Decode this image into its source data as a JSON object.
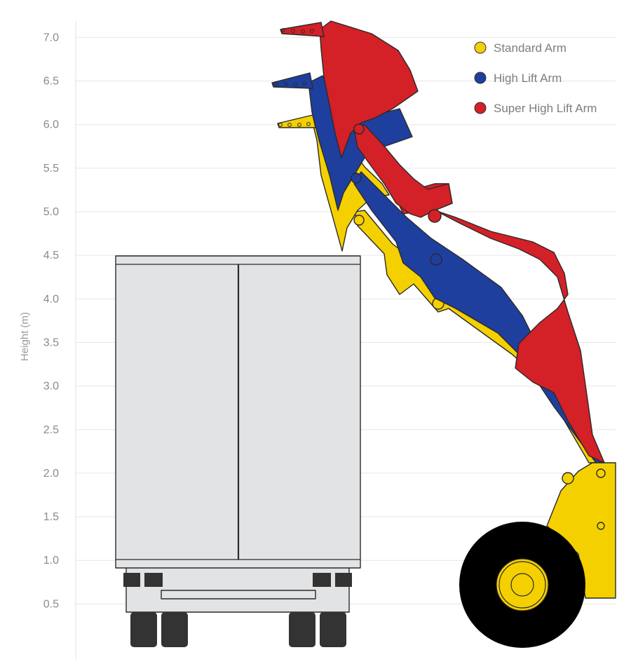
{
  "axis": {
    "title": "Height (m)",
    "unit": "m",
    "ylim": [
      0,
      7
    ],
    "ticks": [
      "0.5",
      "1.0",
      "1.5",
      "2.0",
      "2.5",
      "3.0",
      "3.5",
      "4.0",
      "4.5",
      "5.0",
      "5.5",
      "6.0",
      "6.5",
      "7.0"
    ]
  },
  "legend": {
    "placement": "top-right",
    "items": [
      {
        "label": "Standard Arm",
        "color": "#f5d000"
      },
      {
        "label": "High Lift Arm",
        "color": "#1f3f9e"
      },
      {
        "label": "Super High Lift Arm",
        "color": "#d42027"
      }
    ]
  },
  "colors": {
    "standard": "#f5d000",
    "high_lift": "#1f3f9e",
    "super_high_lift": "#d42027",
    "truck_box": "#e2e3e5",
    "tire": "#000000"
  },
  "reference": {
    "truck_box_top_height": 4.5
  },
  "arms": [
    {
      "name": "Standard Arm",
      "max_lip_height": 6.0
    },
    {
      "name": "High Lift Arm",
      "max_lip_height": 6.5
    },
    {
      "name": "Super High Lift Arm",
      "max_lip_height": 7.1
    }
  ]
}
